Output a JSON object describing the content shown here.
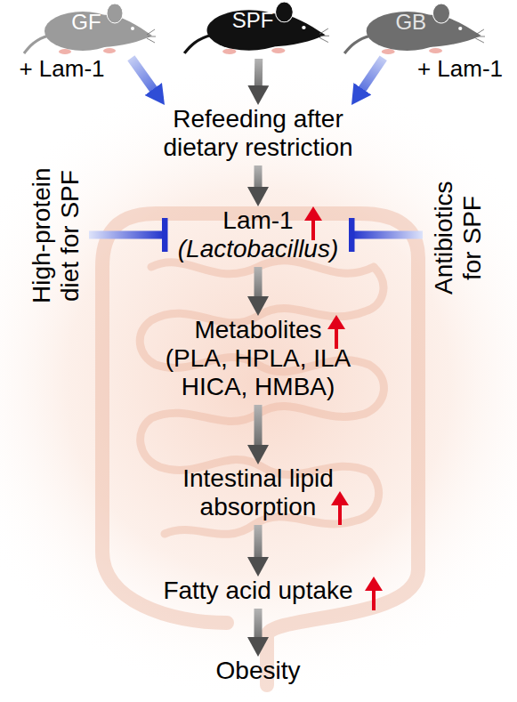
{
  "diagram": {
    "nodes": [
      {
        "text": [
          "GF"
        ]
      },
      {
        "text": [
          "SPF"
        ]
      },
      {
        "text": [
          "GB"
        ]
      },
      {
        "text": [
          "Refeeding after dietary restriction"
        ]
      },
      {
        "text": [
          "High-protein diet for SPF"
        ]
      },
      {
        "text": [
          "Lam-1",
          "(Lactobacillus)"
        ]
      },
      {
        "text": [
          "Antibiotics for SPF"
        ]
      },
      {
        "text": [
          "Metabolites",
          "(PLA, HPLA, ILA HICA, HMBA)"
        ]
      },
      {
        "text": [
          "Intestinal lipid absorption"
        ]
      },
      {
        "text": [
          "Fatty acid uptake"
        ]
      },
      {
        "text": [
          "Obesity"
        ]
      }
    ],
    "edges": [
      {
        "from": 0,
        "to": 3,
        "label": "+ Lam-1",
        "arrow": "to"
      },
      {
        "from": 1,
        "to": 3,
        "arrow": "to"
      },
      {
        "from": 2,
        "to": 3,
        "label": "+ Lam-1",
        "arrow": "to"
      },
      {
        "from": 3,
        "to": 5,
        "arrow": "to"
      },
      {
        "from": 4,
        "to": 5,
        "arrow": "to"
      },
      {
        "from": 6,
        "to": 5,
        "arrow": "to"
      },
      {
        "from": 5,
        "to": 7,
        "arrow": "to"
      },
      {
        "from": 7,
        "to": 8,
        "arrow": "to"
      },
      {
        "from": 8,
        "to": 9,
        "arrow": "to"
      },
      {
        "from": 9,
        "to": 10,
        "arrow": "to"
      }
    ]
  }
}
